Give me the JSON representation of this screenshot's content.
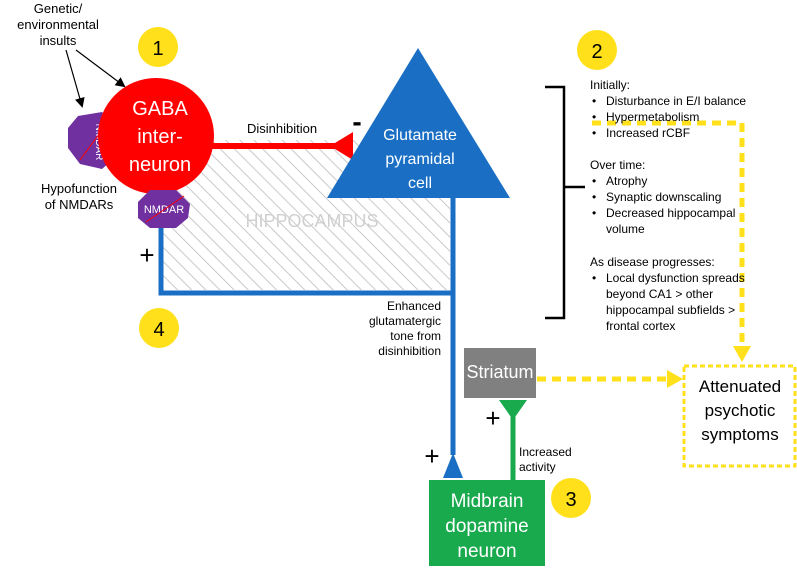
{
  "insults": {
    "line1": "Genetic/",
    "line2": "environmental",
    "line3": "insults"
  },
  "hypofunction": {
    "line1": "Hypofunction",
    "line2": "of NMDARs"
  },
  "nmdar_label": "NMDAR",
  "gaba": {
    "line1": "GABA",
    "line2": "inter-",
    "line3": "neuron"
  },
  "glutamate": {
    "line1": "Glutamate",
    "line2": "pyramidal",
    "line3": "cell"
  },
  "disinhibition": "Disinhibition",
  "minus_sign": "-",
  "plus_sign": "+",
  "hippocampus": "HIPPOCAMPUS",
  "enhanced": {
    "line1": "Enhanced",
    "line2": "glutamatergic",
    "line3": "tone from",
    "line4": "disinhibition"
  },
  "striatum": "Striatum",
  "midbrain": {
    "line1": "Midbrain",
    "line2": "dopamine",
    "line3": "neuron"
  },
  "increased_activity": {
    "line1": "Increased",
    "line2": "activity"
  },
  "attenuated": {
    "line1": "Attenuated",
    "line2": "psychotic",
    "line3": "symptoms"
  },
  "badges": [
    "1",
    "2",
    "3",
    "4"
  ],
  "bullet_char": "•",
  "stages": {
    "initially": {
      "heading": "Initially:",
      "items": [
        "Disturbance in E/I balance",
        "Hypermetabolism",
        "Increased rCBF"
      ]
    },
    "over_time": {
      "heading": "Over time:",
      "items": [
        "Atrophy",
        "Synaptic downscaling",
        "Decreased hippocampal",
        "volume"
      ]
    },
    "progresses": {
      "heading": "As disease progresses:",
      "items": [
        "Local dysfunction spreads",
        "beyond CA1 > other",
        "hippocampal subfields >",
        "frontal cortex"
      ]
    }
  },
  "colors": {
    "gaba_red": "#ff0000",
    "glutamate_blue": "#1a6fc4",
    "dopamine_green": "#1aaa4e",
    "striatum_gray": "#808080",
    "nmdar_purple": "#7030a0",
    "badge_yellow": "#ffe01a",
    "dash_yellow": "#ffe01a"
  }
}
